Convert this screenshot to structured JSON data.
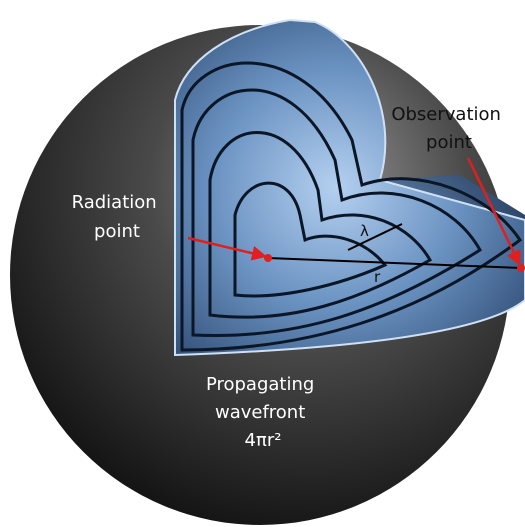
{
  "labels": {
    "radiation_point": [
      "Radiation",
      "point"
    ],
    "observation_point": [
      "Observation",
      "point"
    ],
    "wavefront": [
      "Propagating",
      "wavefront",
      "4πr²"
    ],
    "wavelength_symbol": "λ",
    "radius_symbol": "r"
  },
  "colors": {
    "sphere_dark": "#1a1a1a",
    "sphere_light": "#8a8a8a",
    "cut_face_light": "#a9c8ea",
    "cut_face_mid": "#5c86b6",
    "cut_face_dark": "#2e4a70",
    "wave_ring": "#0b1626",
    "arrow": "#e01f1f"
  }
}
